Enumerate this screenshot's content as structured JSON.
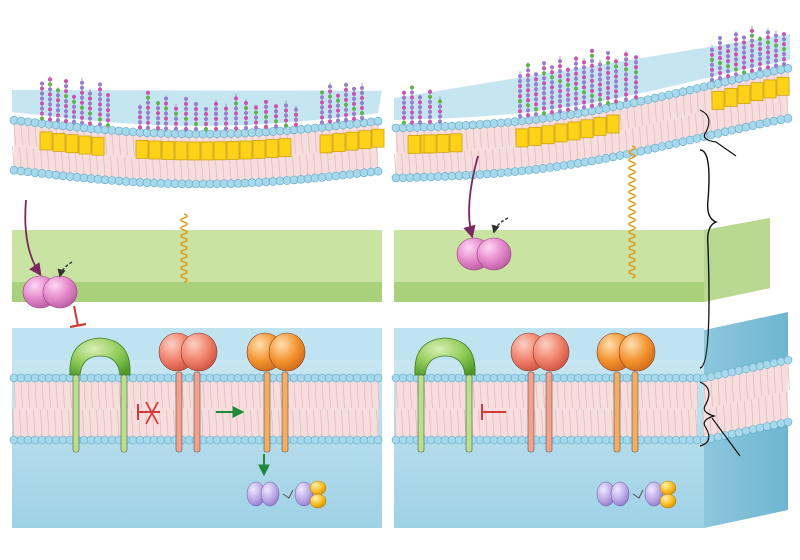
{
  "figure": {
    "panels": [
      {
        "id": "left",
        "condition": "inhibition",
        "glycans_per_segment": 0
      },
      {
        "id": "right",
        "condition": "release",
        "glycans_per_segment": 0
      }
    ],
    "colors": {
      "water": "#bfe3f0",
      "bilayer_tail": "#f7dede",
      "bilayer_head": "#a8d8ec",
      "ecm_green": "#c9e3a3",
      "lipid_raft_block": "#ffd21a",
      "glycan_magenta": "#d04fb0",
      "glycan_purple": "#9a7bd0",
      "glycan_green": "#5fb24c",
      "tether_spring": "#e0a020",
      "ligand_pink": "#e07ec8",
      "receptor_green": "#86c553",
      "receptor_salmon": "#f0806a",
      "receptor_orange": "#f0902c",
      "adaptor_purple": "#b9a6e6",
      "adaptor_yellow": "#f7b81c",
      "inhibit_red": "#d33a3a",
      "activate_green": "#1f8a3a"
    },
    "icons": [
      "bracket",
      "inhibition-bar",
      "activation-arrow",
      "blocked-arrow",
      "dashed-arrow"
    ]
  }
}
